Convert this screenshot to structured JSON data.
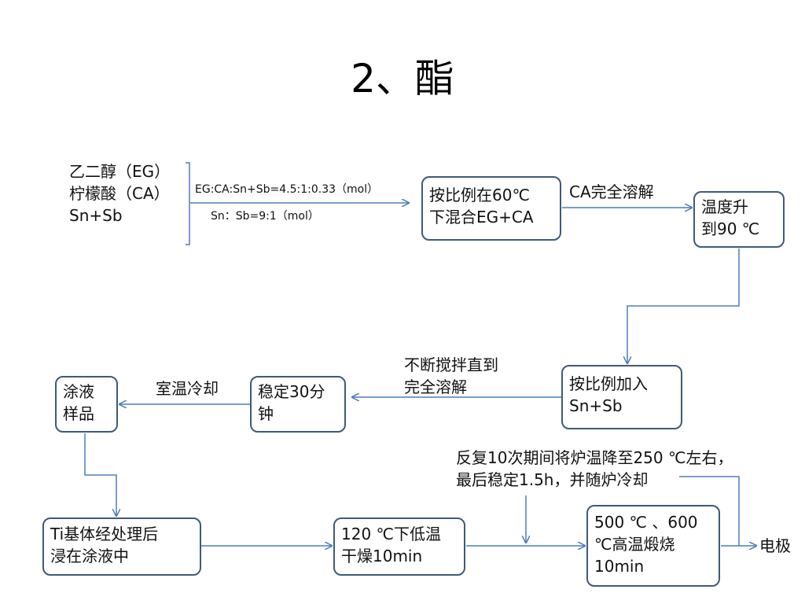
{
  "title": "2、酯",
  "inputs": {
    "line1": "乙二醇（EG）",
    "line2": "柠檬酸（CA）",
    "line3": "Sn+Sb"
  },
  "ratio_labels": {
    "top": "EG:CA:Sn+Sb=4.5:1:0.33（mol）",
    "bottom": "Sn：Sb=9:1（mol）"
  },
  "boxes": {
    "mix": {
      "line1": "按比例在60℃",
      "line2": "下混合EG+CA"
    },
    "heat": {
      "line1": "温度升",
      "line2": "到90 ℃"
    },
    "add_snsb": {
      "line1": "按比例加入",
      "line2": "Sn+Sb"
    },
    "stable": {
      "line1": "稳定30分",
      "line2": "钟"
    },
    "coating": {
      "line1": "涂液",
      "line2": "样品"
    },
    "ti": {
      "line1": "Ti基体经处理后",
      "line2": "浸在涂液中"
    },
    "dry": {
      "line1": "120 ℃下低温",
      "line2": "干燥10min"
    },
    "calcine": {
      "line1": "500 ℃ 、600",
      "line2": "℃高温煅烧",
      "line3": "10min"
    }
  },
  "edge_labels": {
    "ca_dissolve": "CA完全溶解",
    "stir": {
      "line1": "不断搅拌直到",
      "line2": "完全溶解"
    },
    "cool": "室温冷却",
    "repeat": {
      "line1": "反复10次期间将炉温降至250 ℃左右，",
      "line2": "最后稳定1.5h，并随炉冷却"
    }
  },
  "output": "电极",
  "colors": {
    "box_border": "#3e5a7c",
    "arrow": "#4a7ebb"
  }
}
